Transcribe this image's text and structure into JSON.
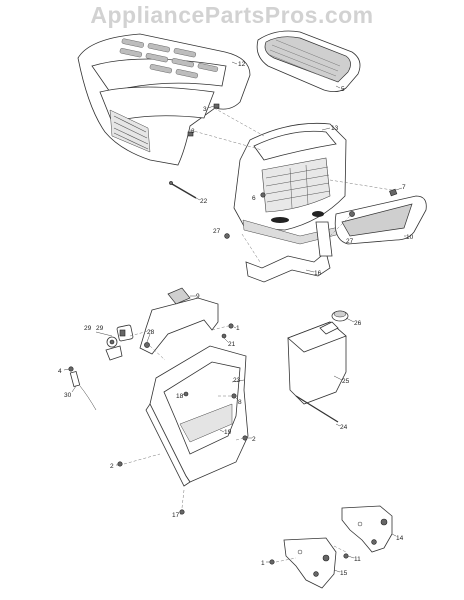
{
  "watermark": "AppliancePartsPros.com",
  "callouts": {
    "c12": "12",
    "c5": "5",
    "c3": "3",
    "c3b": "3",
    "c13": "13",
    "c7": "7",
    "c6": "6",
    "c22": "22",
    "c27a": "27",
    "c27b": "27",
    "c10": "10",
    "c16": "16",
    "c9": "9",
    "c1a": "1",
    "c29a": "29",
    "c29b": "29",
    "c26": "26",
    "c21": "21",
    "c28": "28",
    "c4": "4",
    "c23": "23",
    "c25": "25",
    "c30": "30",
    "c18": "18",
    "c8": "8",
    "c19": "19",
    "c24": "24",
    "c2a": "2",
    "c2b": "2",
    "c17": "17",
    "c14": "14",
    "c11": "11",
    "c1b": "1",
    "c15": "15"
  }
}
